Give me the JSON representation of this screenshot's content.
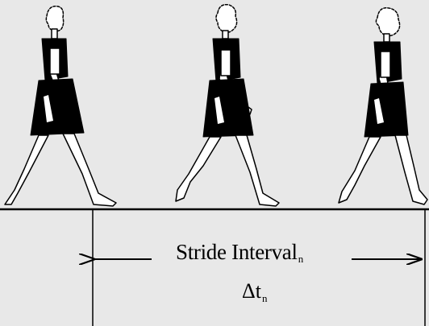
{
  "diagram": {
    "stride_label": "Stride Interval",
    "stride_subscript": "n",
    "delta_symbol": "Δt",
    "delta_subscript": "n",
    "figures": [
      "walker-1",
      "walker-2",
      "walker-3"
    ],
    "colors": {
      "background": "#e8e8e8",
      "figure": "#000000",
      "line": "#000000"
    }
  }
}
